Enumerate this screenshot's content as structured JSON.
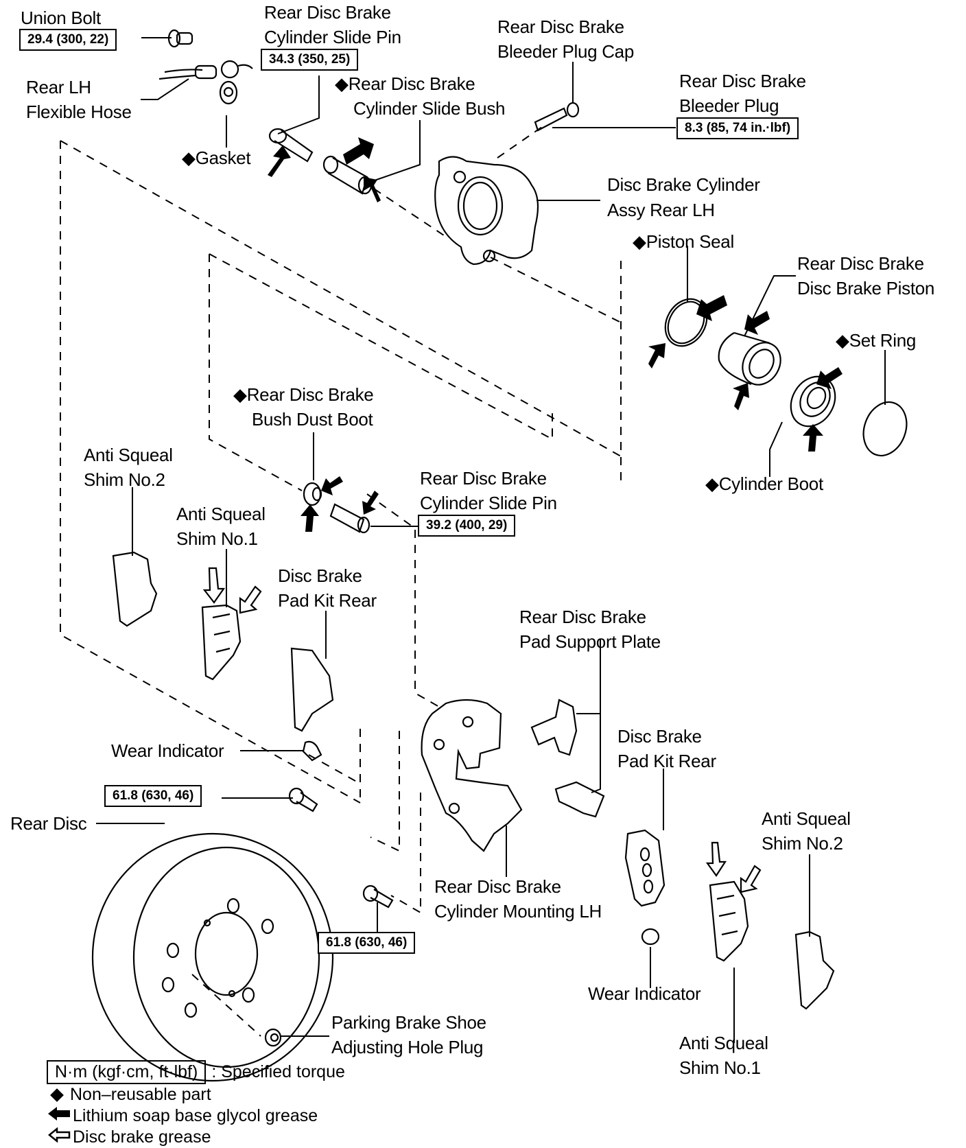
{
  "diagram": {
    "title": "Rear Disc Brake exploded view (LH)",
    "labels": {
      "union_bolt": "Union Bolt",
      "rear_lh_flexible_hose_1": "Rear LH",
      "rear_lh_flexible_hose_2": "Flexible Hose",
      "gasket": "◆Gasket",
      "slide_pin_top_1": "Rear Disc Brake",
      "slide_pin_top_2": "Cylinder Slide Pin",
      "slide_bush_1": "◆Rear Disc Brake",
      "slide_bush_2": "Cylinder Slide Bush",
      "bleeder_cap_1": "Rear Disc Brake",
      "bleeder_cap_2": "Bleeder Plug Cap",
      "bleeder_plug_1": "Rear Disc Brake",
      "bleeder_plug_2": "Bleeder Plug",
      "cylinder_assy_1": "Disc Brake Cylinder",
      "cylinder_assy_2": "Assy Rear LH",
      "piston_seal": "◆Piston Seal",
      "piston_1": "Rear Disc Brake",
      "piston_2": "Disc Brake Piston",
      "set_ring": "◆Set Ring",
      "cylinder_boot": "◆Cylinder Boot",
      "bush_dust_boot_1": "◆Rear Disc Brake",
      "bush_dust_boot_2": "Bush Dust Boot",
      "slide_pin_lower_1": "Rear Disc Brake",
      "slide_pin_lower_2": "Cylinder Slide Pin",
      "shim2_left_1": "Anti Squeal",
      "shim2_left_2": "Shim No.2",
      "shim1_left_1": "Anti Squeal",
      "shim1_left_2": "Shim No.1",
      "pad_kit_left_1": "Disc Brake",
      "pad_kit_left_2": "Pad Kit Rear",
      "pad_support_1": "Rear Disc Brake",
      "pad_support_2": "Pad Support Plate",
      "pad_kit_right_1": "Disc Brake",
      "pad_kit_right_2": "Pad Kit Rear",
      "wear_indicator_left": "Wear Indicator",
      "rear_disc": "Rear Disc",
      "cyl_mounting_1": "Rear Disc Brake",
      "cyl_mounting_2": "Cylinder Mounting LH",
      "shim2_right_1": "Anti Squeal",
      "shim2_right_2": "Shim No.2",
      "wear_indicator_right": "Wear Indicator",
      "shim1_right_1": "Anti Squeal",
      "shim1_right_2": "Shim No.1",
      "parking_plug_1": "Parking Brake Shoe",
      "parking_plug_2": "Adjusting Hole Plug"
    },
    "torques": {
      "union_bolt": "29.4 (300, 22)",
      "slide_pin_top": "34.3 (350, 25)",
      "bleeder_plug": "8.3 (85, 74 in.·lbf)",
      "slide_pin_lower": "39.2 (400, 29)",
      "mounting_bolt_upper": "61.8 (630, 46)",
      "mounting_bolt_lower": "61.8 (630, 46)"
    },
    "legend": {
      "torque_unit": "N·m (kgf·cm, ft·lbf)",
      "torque_desc": ": Specified torque",
      "non_reusable": "Non–reusable part",
      "lithium_grease": "Lithium soap base glycol grease",
      "disc_grease": "Disc brake grease"
    }
  }
}
